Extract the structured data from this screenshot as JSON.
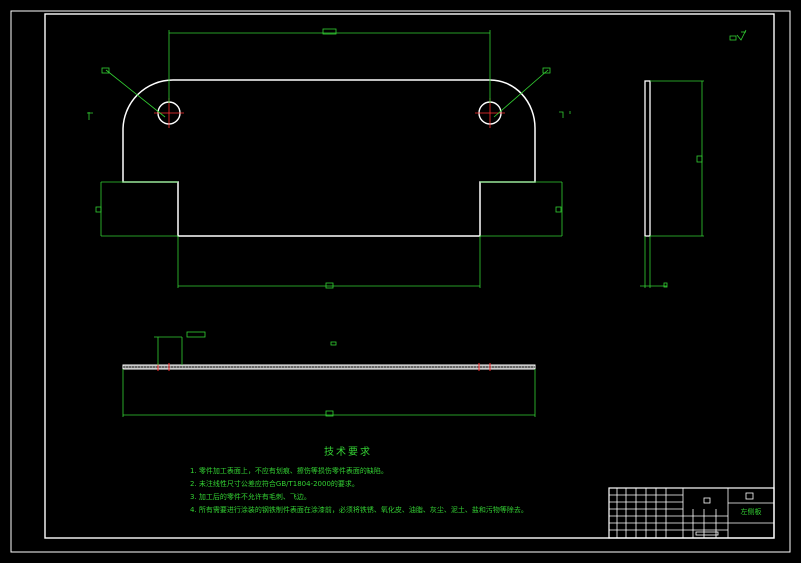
{
  "colors": {
    "background": "#000000",
    "outline": "#ffffff",
    "dimension": "#33d133",
    "center": "#ff3030"
  },
  "notes": {
    "title": "技术要求",
    "items": [
      "1. 零件加工表面上，不应有划痕、擦伤等损伤零件表面的缺陷。",
      "2. 未注线性尺寸公差应符合GB/T1804-2000的要求。",
      "3. 加工后的零件不允许有毛刺、飞边。",
      "4. 所有需要进行涂装的钢铁制件表面在涂漆前，必须将铁锈、氧化皮、油脂、灰尘、泥土、盐和污物等除去。"
    ]
  },
  "title_block": {
    "part_name": "左侧板"
  }
}
